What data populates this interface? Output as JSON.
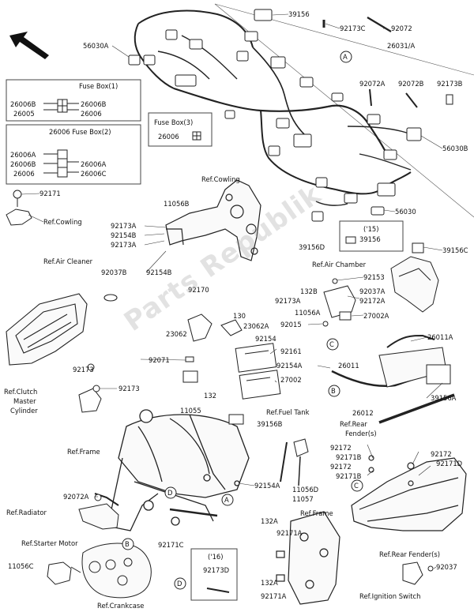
{
  "watermark": "Parts Republik",
  "fuse_box_1": {
    "title": "Fuse Box(1)",
    "left_top": "26006B",
    "left_bottom": "26005",
    "right_top": "26006B",
    "right_bottom": "26006"
  },
  "fuse_box_2": {
    "title": "26006  Fuse Box(2)",
    "left_a": "26006A",
    "left_b": "26006B",
    "left_c": "26006",
    "right_a": "26006A",
    "right_b": "26006C"
  },
  "fuse_box_3": {
    "title": "Fuse Box(3)",
    "part": "26006"
  },
  "box_15": {
    "year": "('15)",
    "part": "39156"
  },
  "box_16": {
    "year": "('16)",
    "part": "92173D"
  },
  "callouts": {
    "a": "A",
    "b": "B",
    "c": "C",
    "d": "D"
  },
  "labels": [
    {
      "id": "l01",
      "text": "39156"
    },
    {
      "id": "l02",
      "text": "92173C"
    },
    {
      "id": "l03",
      "text": "92072"
    },
    {
      "id": "l04",
      "text": "56030A"
    },
    {
      "id": "l05",
      "text": "26031/A"
    },
    {
      "id": "l06",
      "text": "92072A"
    },
    {
      "id": "l07",
      "text": "92072B"
    },
    {
      "id": "l08",
      "text": "92173B"
    },
    {
      "id": "l09",
      "text": "56030B"
    },
    {
      "id": "l10",
      "text": "56030"
    },
    {
      "id": "l11",
      "text": "92171"
    },
    {
      "id": "l12",
      "text": "Ref.Cowling"
    },
    {
      "id": "l13",
      "text": "Ref.Cowling"
    },
    {
      "id": "l14",
      "text": "11056B"
    },
    {
      "id": "l15",
      "text": "92173A"
    },
    {
      "id": "l16",
      "text": "92154B"
    },
    {
      "id": "l17",
      "text": "92173A"
    },
    {
      "id": "l18",
      "text": "92154B"
    },
    {
      "id": "l19",
      "text": "39156D"
    },
    {
      "id": "l20",
      "text": "39156C"
    },
    {
      "id": "l21",
      "text": "Ref.Air Cleaner"
    },
    {
      "id": "l22",
      "text": "92037B"
    },
    {
      "id": "l23",
      "text": "Ref.Air Chamber"
    },
    {
      "id": "l24",
      "text": "92153"
    },
    {
      "id": "l25",
      "text": "132B"
    },
    {
      "id": "l26",
      "text": "92037A"
    },
    {
      "id": "l27",
      "text": "92173A"
    },
    {
      "id": "l28",
      "text": "92172A"
    },
    {
      "id": "l29",
      "text": "11056A"
    },
    {
      "id": "l30",
      "text": "27002A"
    },
    {
      "id": "l31",
      "text": "92015"
    },
    {
      "id": "l32",
      "text": "92170"
    },
    {
      "id": "l33",
      "text": "130"
    },
    {
      "id": "l34",
      "text": "23062"
    },
    {
      "id": "l35",
      "text": "23062A"
    },
    {
      "id": "l36",
      "text": "92154"
    },
    {
      "id": "l37",
      "text": "92161"
    },
    {
      "id": "l38",
      "text": "92071"
    },
    {
      "id": "l39",
      "text": "27002"
    },
    {
      "id": "l40",
      "text": "132"
    },
    {
      "id": "l41",
      "text": "11055"
    },
    {
      "id": "l42",
      "text": "26011A"
    },
    {
      "id": "l43",
      "text": "92154A"
    },
    {
      "id": "l44",
      "text": "26011"
    },
    {
      "id": "l45",
      "text": "39156A"
    },
    {
      "id": "l46",
      "text": "26012"
    },
    {
      "id": "l47",
      "text": "92173"
    },
    {
      "id": "l48",
      "text": "92173"
    },
    {
      "id": "l49",
      "text": "Ref.Clutch"
    },
    {
      "id": "l50",
      "text": "Master"
    },
    {
      "id": "l51",
      "text": "Cylinder"
    },
    {
      "id": "l52",
      "text": "Ref.Fuel Tank"
    },
    {
      "id": "l53",
      "text": "39156B"
    },
    {
      "id": "l54",
      "text": "Ref.Rear"
    },
    {
      "id": "l55",
      "text": "Fender(s)"
    },
    {
      "id": "l56",
      "text": "Ref.Frame"
    },
    {
      "id": "l57",
      "text": "92172"
    },
    {
      "id": "l58",
      "text": "92172"
    },
    {
      "id": "l59",
      "text": "92171B"
    },
    {
      "id": "l60",
      "text": "92171D"
    },
    {
      "id": "l61",
      "text": "92172"
    },
    {
      "id": "l62",
      "text": "92171B"
    },
    {
      "id": "l63",
      "text": "92154A"
    },
    {
      "id": "l64",
      "text": "11056D"
    },
    {
      "id": "l65",
      "text": "11057"
    },
    {
      "id": "l66",
      "text": "92072A"
    },
    {
      "id": "l67",
      "text": "Ref.Radiator"
    },
    {
      "id": "l68",
      "text": "92171C"
    },
    {
      "id": "l69",
      "text": "Ref.Frame"
    },
    {
      "id": "l70",
      "text": "132A"
    },
    {
      "id": "l71",
      "text": "92171A"
    },
    {
      "id": "l72",
      "text": "Ref.Starter Motor"
    },
    {
      "id": "l73",
      "text": "Ref.Rear Fender(s)"
    },
    {
      "id": "l74",
      "text": "92037"
    },
    {
      "id": "l75",
      "text": "11056C"
    },
    {
      "id": "l76",
      "text": "132A"
    },
    {
      "id": "l77",
      "text": "92171A"
    },
    {
      "id": "l78",
      "text": "Ref.Ignition Switch"
    },
    {
      "id": "l79",
      "text": "Ref.Crankcase"
    }
  ]
}
